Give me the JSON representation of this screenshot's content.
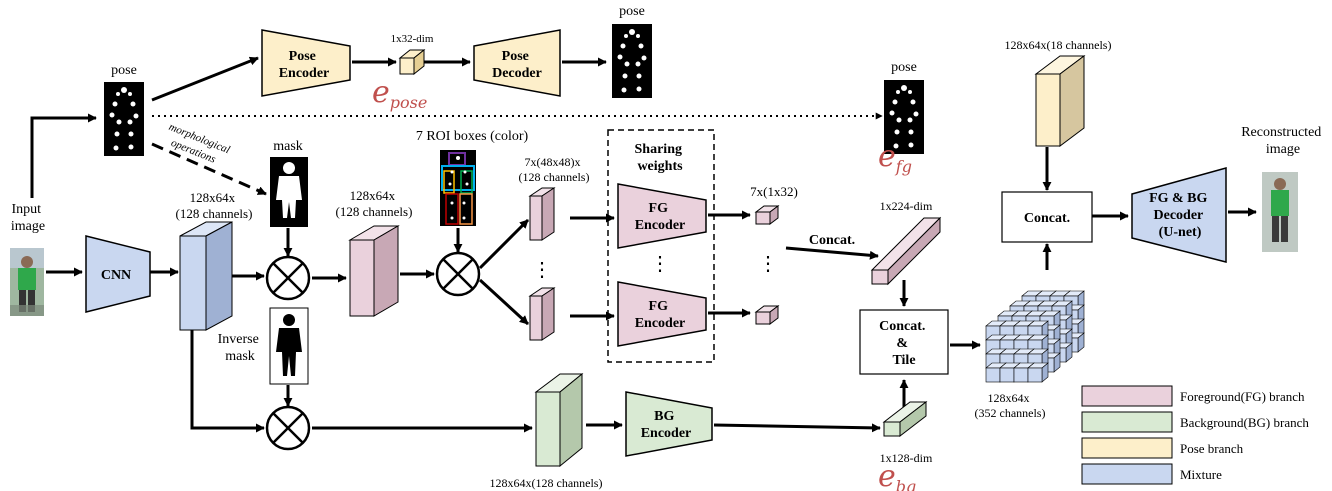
{
  "colors": {
    "foreground": "#ead1dc",
    "background": "#d9ead3",
    "pose": "#fdefca",
    "mixture": "#c9d7f0",
    "embedding_label": "#c0504d"
  },
  "labels": {
    "input_image": [
      "Input",
      "image"
    ],
    "cnn": "CNN",
    "pose_top": "pose",
    "pose_right": "pose",
    "pose_decoded": "pose",
    "pose_encoder": [
      "Pose",
      "Encoder"
    ],
    "pose_decoder": [
      "Pose",
      "Decoder"
    ],
    "dim_1x32": "1x32-dim",
    "e_pose": [
      "e",
      "pose"
    ],
    "morph_ops": [
      "morphological",
      "operations"
    ],
    "mask": "mask",
    "inverse_mask": [
      "Inverse",
      "mask"
    ],
    "feat_128_a": [
      "128x64x",
      "(128 channels)"
    ],
    "feat_128_b": [
      "128x64x",
      "(128 channels)"
    ],
    "roi_boxes": "7 ROI boxes (color)",
    "roi_feat": [
      "7x(48x48)x",
      "(128 channels)"
    ],
    "sharing": [
      "Sharing",
      "weights"
    ],
    "fg_encoder": [
      "FG",
      "Encoder"
    ],
    "dots": "⋮",
    "fg_out": "7x(1x32)",
    "concat_arrow": "Concat.",
    "e_fg": [
      "e",
      "fg"
    ],
    "dim_1x224": "1x224-dim",
    "concat_tile": [
      "Concat.",
      "&",
      "Tile"
    ],
    "tiled_feat": [
      "128x64x",
      "(352 channels)"
    ],
    "pose_feat": "128x64x(18 channels)",
    "concat_box": "Concat.",
    "decoder": [
      "FG & BG",
      "Decoder",
      "(U-net)"
    ],
    "reconstructed": [
      "Reconstructed",
      "image"
    ],
    "bg_encoder": [
      "BG",
      "Encoder"
    ],
    "bg_feat": "128x64x(128 channels)",
    "dim_1x128": "1x128-dim",
    "e_bg": [
      "e",
      "bg"
    ]
  },
  "legend": [
    {
      "label": "Foreground(FG) branch",
      "color": "#ead1dc"
    },
    {
      "label": "Background(BG) branch",
      "color": "#d9ead3"
    },
    {
      "label": "Pose branch",
      "color": "#fdefca"
    },
    {
      "label": "Mixture",
      "color": "#c9d7f0"
    }
  ]
}
